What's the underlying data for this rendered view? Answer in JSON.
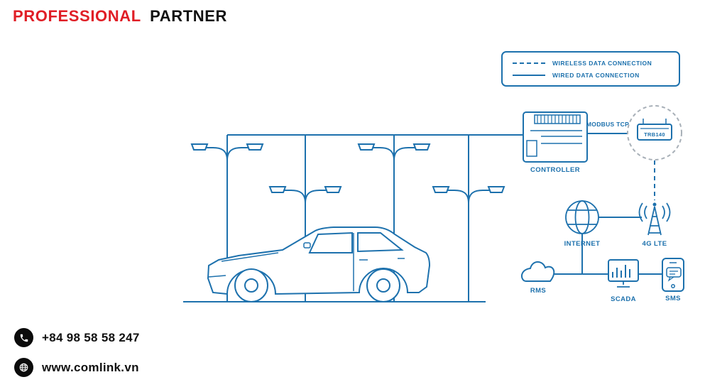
{
  "header": {
    "brand_red": "PROFESSIONAL",
    "brand_black": "PARTNER"
  },
  "legend": {
    "wireless_label": "WIRELESS DATA CONNECTION",
    "wired_label": "WIRED DATA CONNECTION"
  },
  "diagram": {
    "controller_label": "CONTROLLER",
    "modbus_label": "MODBUS TCP",
    "router_label": "TRB140",
    "lte_label": "4G LTE",
    "internet_label": "INTERNET",
    "rms_label": "RMS",
    "scada_label": "SCADA",
    "sms_label": "SMS"
  },
  "footer": {
    "phone": "+84 98 58 58 247",
    "website": "www.comlink.vn"
  },
  "colors": {
    "accent_red": "#e01e26",
    "diagram_blue": "#1d71ad",
    "text_black": "#121212",
    "dashed_circle_gray": "#a8b0b8"
  }
}
